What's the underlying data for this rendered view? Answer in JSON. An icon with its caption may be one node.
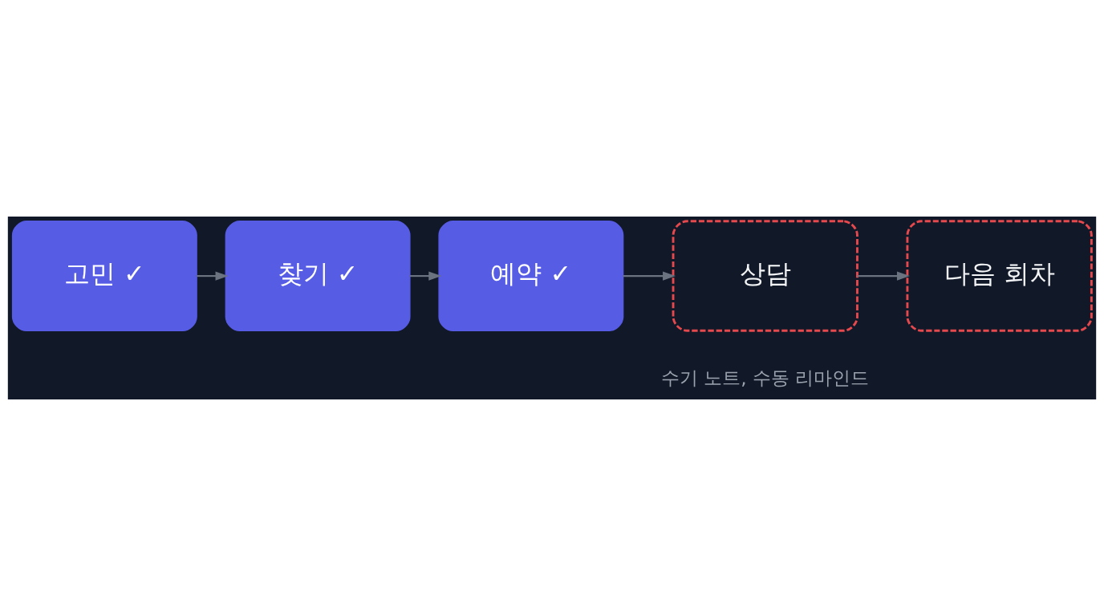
{
  "diagram": {
    "nodes": [
      {
        "text": [
          "고민 ✓"
        ]
      },
      {
        "text": [
          "찾기 ✓"
        ]
      },
      {
        "text": [
          "예약 ✓"
        ]
      },
      {
        "text": [
          "상담"
        ]
      },
      {
        "text": [
          "다음 회차"
        ]
      }
    ],
    "edges": [
      {
        "from": 0,
        "to": 1,
        "arrow": "to"
      },
      {
        "from": 1,
        "to": 2,
        "arrow": "to"
      },
      {
        "from": 2,
        "to": 3,
        "arrow": "to"
      },
      {
        "from": 3,
        "to": 4,
        "arrow": "to"
      }
    ],
    "labels": [
      "수기 노트, 수동 리마인드"
    ]
  }
}
